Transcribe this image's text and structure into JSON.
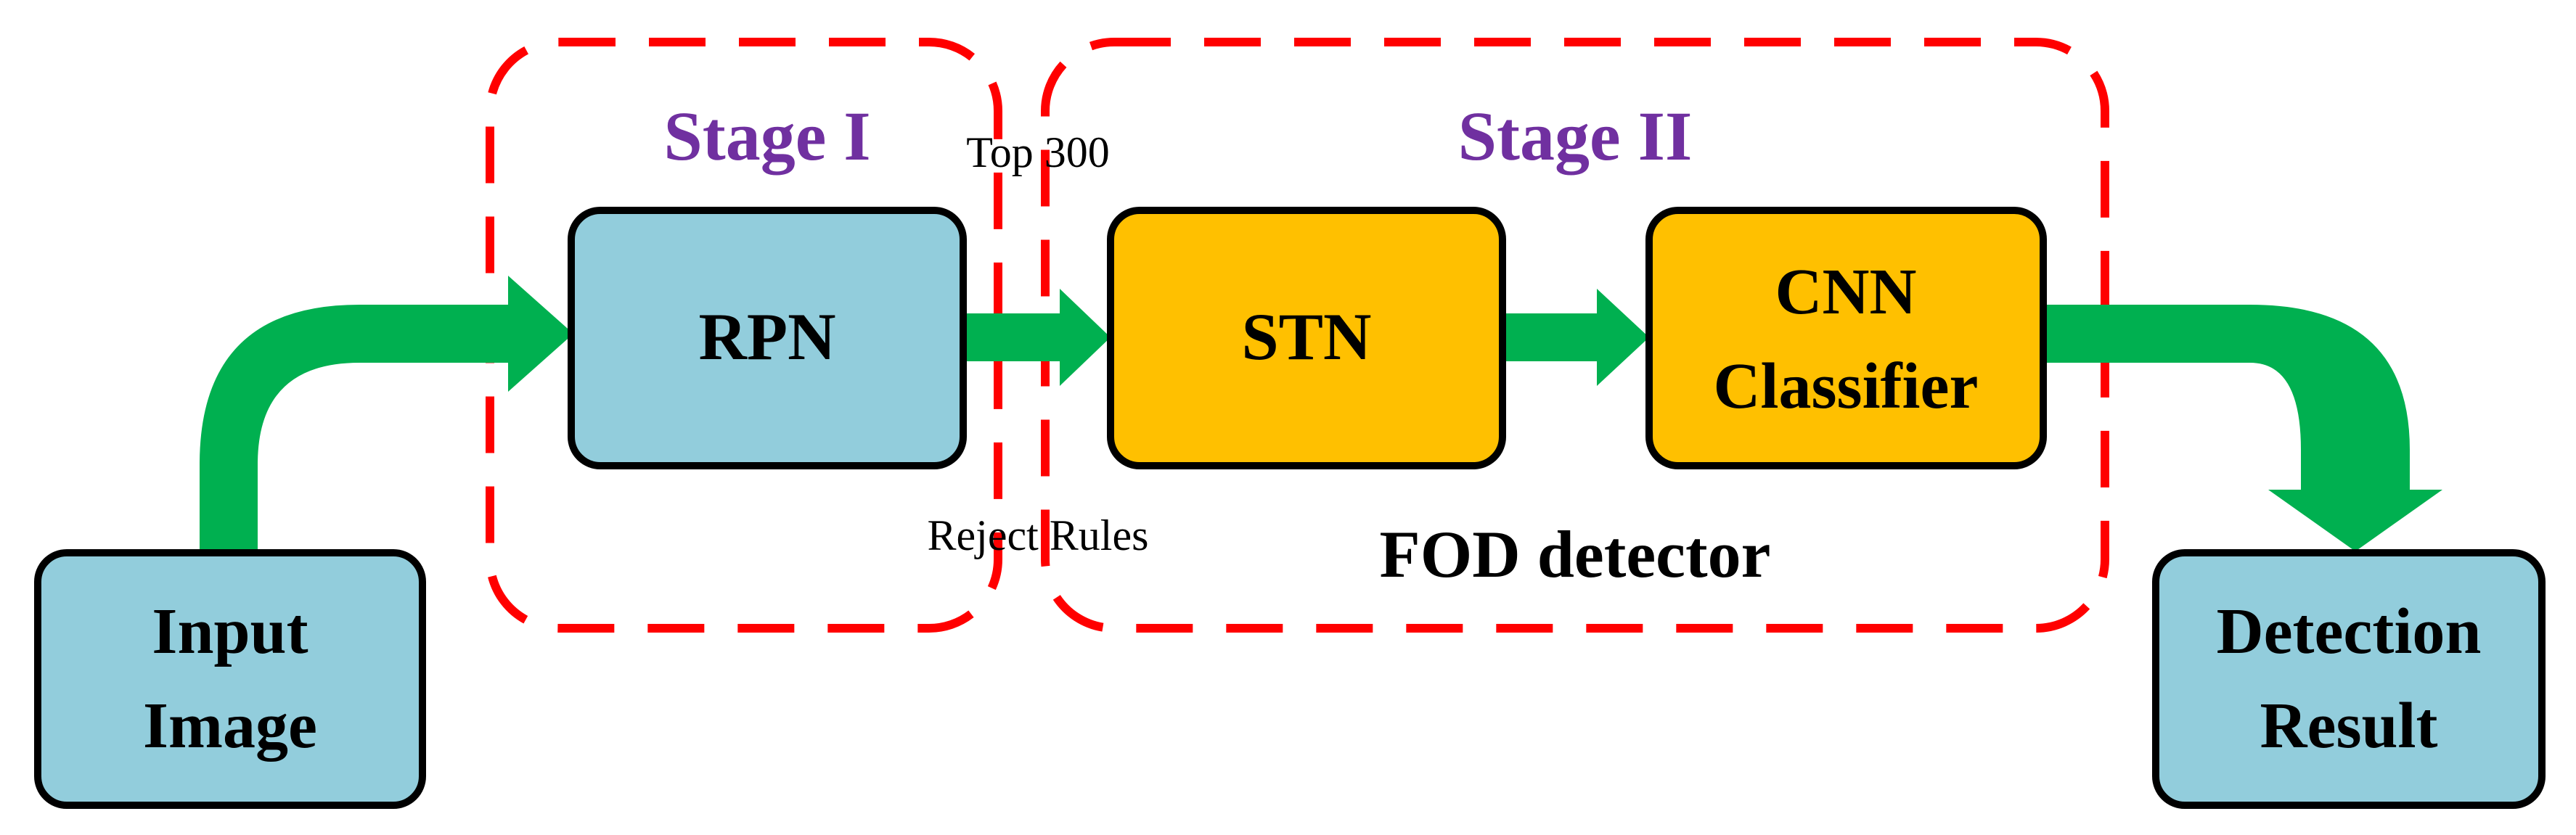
{
  "colors": {
    "blue_box": "#92CDDC",
    "orange_box": "#FFC000",
    "arrow": "#00B050",
    "dashed_border": "#FF0000",
    "stage_label": "#7030A0"
  },
  "stage1": {
    "label": "Stage I"
  },
  "stage2": {
    "label": "Stage II",
    "caption": "FOD detector"
  },
  "annotations": {
    "top": "Top 300",
    "reject": "Reject Rules"
  },
  "nodes": {
    "input": {
      "line1": "Input",
      "line2": "Image"
    },
    "rpn": {
      "label": "RPN"
    },
    "stn": {
      "label": "STN"
    },
    "cnn": {
      "line1": "CNN",
      "line2": "Classifier"
    },
    "result": {
      "line1": "Detection",
      "line2": "Result"
    }
  }
}
